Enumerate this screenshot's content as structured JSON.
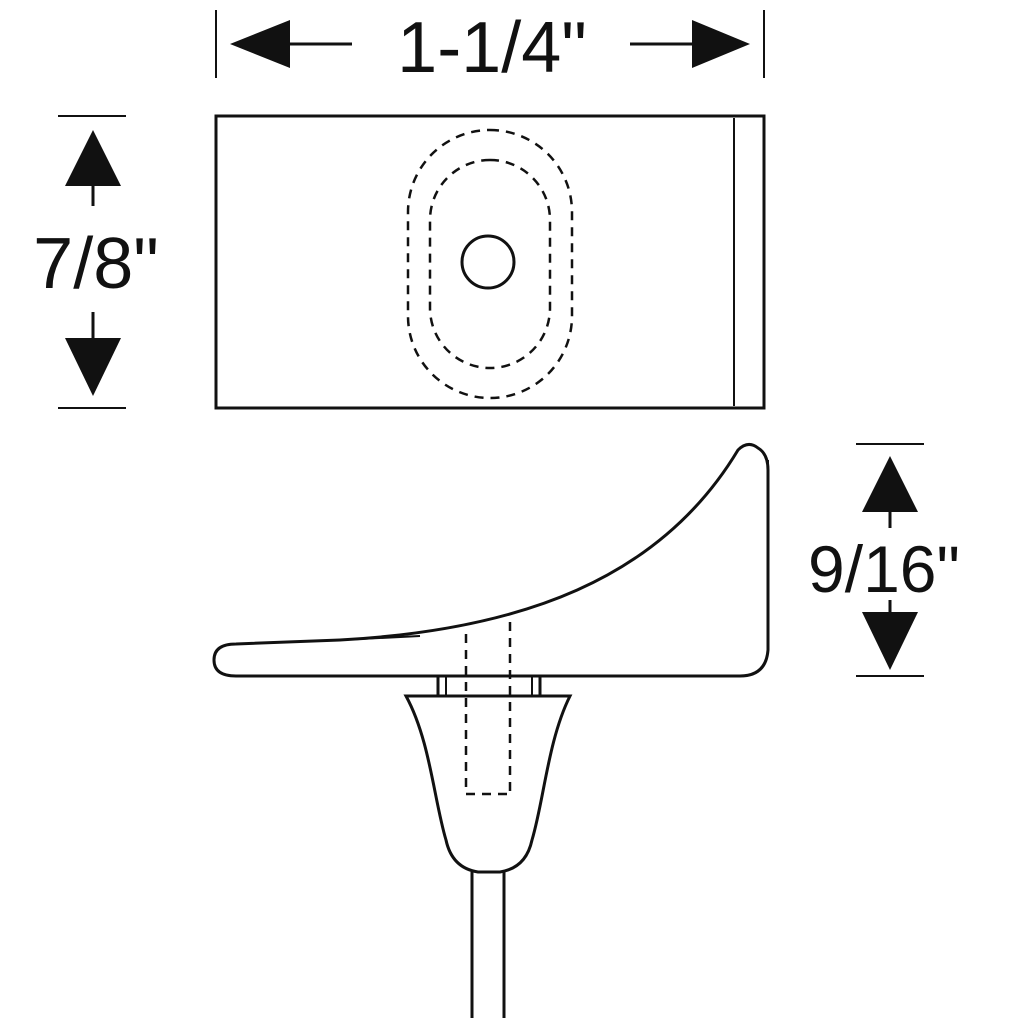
{
  "dimensions": {
    "width_label": "1-1/4\"",
    "height_label": "7/8\"",
    "thickness_label": "9/16\""
  },
  "colors": {
    "line": "#111111",
    "background": "#ffffff"
  }
}
